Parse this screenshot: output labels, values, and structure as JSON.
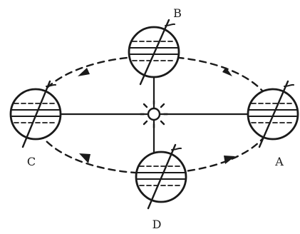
{
  "figure": {
    "labels": {
      "a": "A",
      "b": "B",
      "c": "C",
      "d": "D"
    },
    "ink_color": "#1a1a1a",
    "background": "#ffffff",
    "icons": {
      "sun": "sun-icon",
      "earth": "earth-globe-icon",
      "orbit_arrow": "orbit-direction-arrow-icon"
    }
  }
}
